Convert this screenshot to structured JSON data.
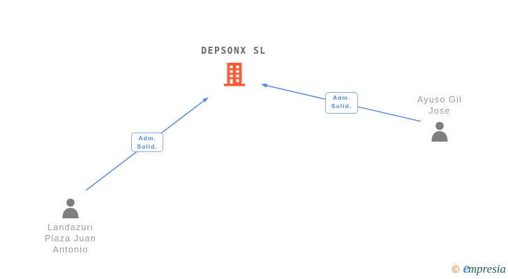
{
  "company": {
    "name": "DEPSONX SL",
    "icon": "building-icon",
    "icon_color": "#ff5c33"
  },
  "people": {
    "left": {
      "name": "Landazuri Plaza Juan Antonio",
      "lines": [
        "Landazuri",
        "Plaza Juan",
        "Antonio"
      ],
      "icon": "person-icon"
    },
    "right": {
      "name": "Ayuso Gil Jose",
      "lines": [
        "Ayuso Gil",
        "Jose"
      ],
      "icon": "person-icon"
    }
  },
  "edges": {
    "left": {
      "from": "Landazuri Plaza Juan Antonio",
      "to": "DEPSONX SL",
      "label_line1": "Adm.",
      "label_line2": "Solid."
    },
    "right": {
      "from": "Ayuso Gil Jose",
      "to": "DEPSONX SL",
      "label_line1": "Adm.",
      "label_line2": "Solid."
    }
  },
  "footer": {
    "copyright_symbol": "©",
    "brand_initial": "e",
    "brand_rest": "mpresia"
  },
  "colors": {
    "edge_blue": "#4a86e8",
    "edge_label_border": "#85ade8",
    "building_orange": "#ff5c33",
    "person_gray": "#7f7f7f",
    "person_text_gray": "#9a9a9a",
    "company_title_gray": "#666666",
    "logo_orange": "#e8731a",
    "logo_blue": "#4a90d9",
    "logo_teal": "#1d5f58"
  }
}
